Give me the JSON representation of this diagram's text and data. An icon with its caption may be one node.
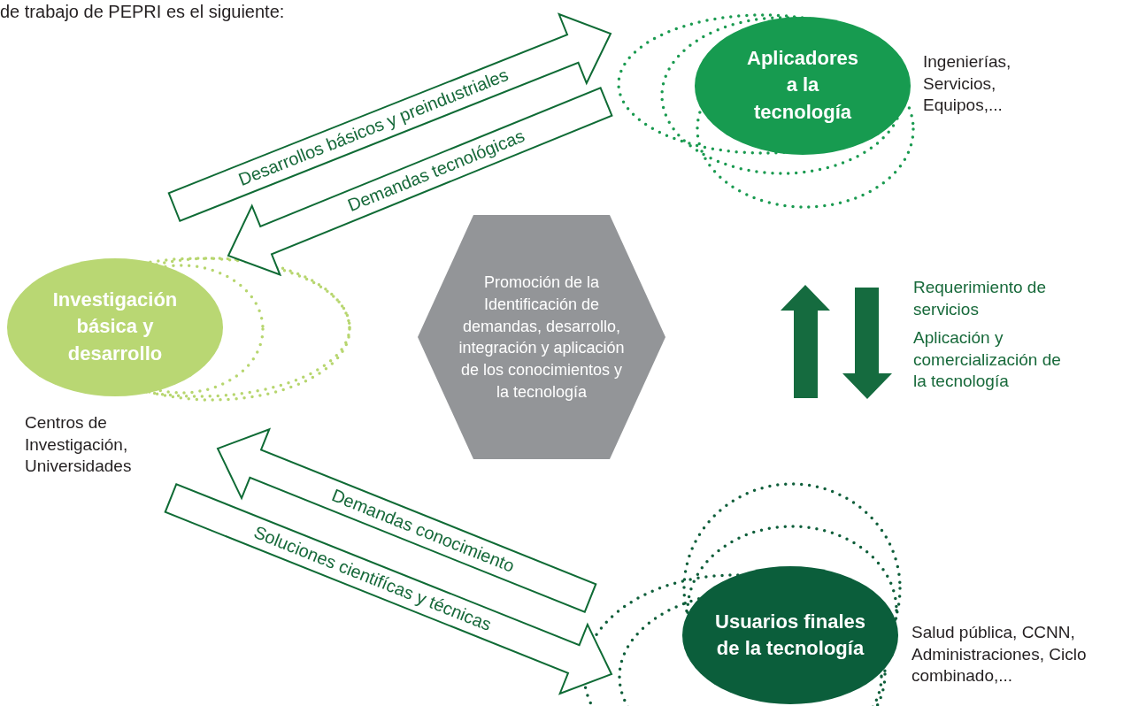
{
  "diagram": {
    "nodes": [
      {
        "text": [
          "Aplicadores a la tecnología"
        ],
        "beside": [
          "Ingenierías, Servicios, Equipos,..."
        ]
      },
      {
        "text": [
          "Investigación básica y desarrollo"
        ],
        "beside": [
          "Centros de Investigación, Universidades"
        ]
      },
      {
        "text": [
          "Promoción de la Identificación de demandas, desarrollo, integración y aplicación de los conocimientos y la tecnología"
        ]
      },
      {
        "text": [
          "Usuarios finales de la tecnología"
        ],
        "beside": [
          "Salud pública, CCNN, Administraciones, Ciclo combinado,..."
        ]
      }
    ],
    "edges": [
      {
        "from": 1,
        "to": 0,
        "arrow": "to",
        "label": "Desarrollos básicos y preindustriales"
      },
      {
        "from": 0,
        "to": 1,
        "arrow": "to",
        "label": "Demandas tecnológicas"
      },
      {
        "from": 3,
        "to": 1,
        "arrow": "to",
        "label": "Demandas conocimiento"
      },
      {
        "from": 1,
        "to": 3,
        "arrow": "to",
        "label": "Soluciones cientifícas y técnicas"
      }
    ],
    "labels": [
      "de trabajo de PEPRI es el siguiente:",
      "Requerimiento de servicios",
      "Aplicación y comercialización de la tecnología"
    ]
  }
}
